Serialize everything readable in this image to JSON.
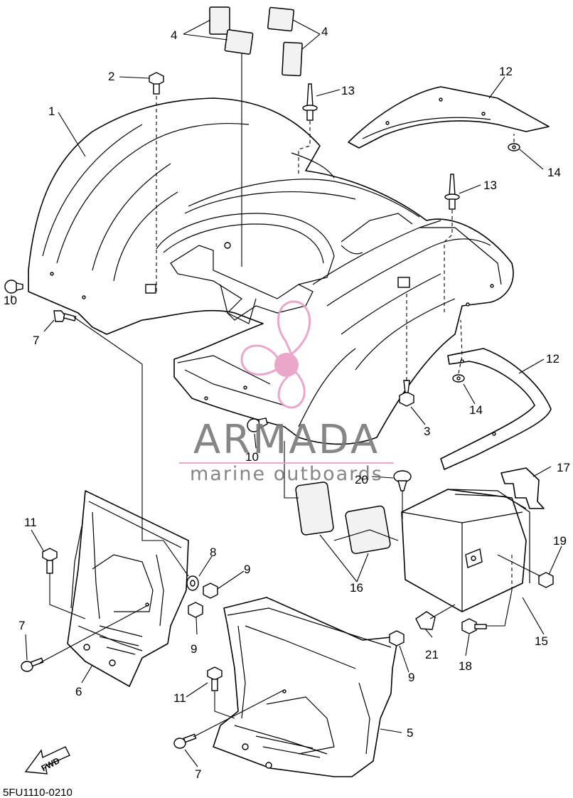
{
  "callouts": {
    "c1": "1",
    "c2": "2",
    "c3": "3",
    "c4a": "4",
    "c4b": "4",
    "c5": "5",
    "c6": "6",
    "c7a": "7",
    "c7b": "7",
    "c7c": "7",
    "c8": "8",
    "c9a": "9",
    "c9b": "9",
    "c9c": "9",
    "c10a": "10",
    "c10b": "10",
    "c11a": "11",
    "c11b": "11",
    "c12a": "12",
    "c12b": "12",
    "c13a": "13",
    "c13b": "13",
    "c14a": "14",
    "c14b": "14",
    "c15": "15",
    "c16": "16",
    "c17": "17",
    "c18": "18",
    "c19": "19",
    "c20": "20",
    "c21": "21"
  },
  "fwd_label": "FWD",
  "diagram_code": "5FU1110-0210",
  "watermark": {
    "brand": "ARMADA",
    "tagline": "marine outboards",
    "logo_color": "#e89ec4",
    "text_color": "#7a7a7a"
  }
}
